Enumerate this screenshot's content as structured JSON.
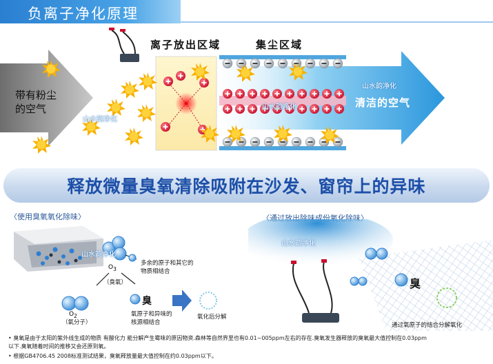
{
  "header": {
    "title": "负离子净化原理"
  },
  "zones": {
    "ion_release": "离子放出区域",
    "dust_collect": "集尘区域"
  },
  "arrows": {
    "dusty_air": "带有粉尘\n的空气",
    "clean_air": "清洁的空气"
  },
  "watermark": "山水韵净化",
  "banner": {
    "text": "释放微量臭氧清除吸附在沙发、窗帘上的异味"
  },
  "left_section": {
    "title": "〈使用臭氧氧化除味〉",
    "o3_formula": "O",
    "o3_sub": "3",
    "o3_name": "（臭氧）",
    "o2_formula": "O",
    "o2_sub": "2",
    "o2_name": "（氧分子）",
    "excess_atom_note": "多余的原子和其它的\n物质相结合",
    "odor_char": "臭",
    "odor_note": "氧原子和异味的\n核源相结合",
    "decomp_note": "氧化后分解"
  },
  "right_section": {
    "title": "〈通过放出除味成份氧化除味〉",
    "odor_char": "臭",
    "caption": "通过氧原子的结合分解氧化"
  },
  "footnotes": [
    "• 臭氧是由于太阳的紫外线生成的物质 有酸化力 能分解产生霉味的原因物资.森林等自然界里也有0.01~005ppm左右的存在.臭氧发生器释放的臭氧最大值控制在0.03ppm",
    "  以下.臭氧随着时间的推移又会还原到氧。",
    "• 根据GB4706.45  2008标准测试结果，臭氧释放量最大值控制在约0.03ppm以下。"
  ],
  "colors": {
    "accent_blue": "#2a7fd1",
    "banner_text": "#1d4fa8",
    "positive_ion": "#c8102e",
    "dust": "#f2a900",
    "clean_arrow": "#39a7e6"
  }
}
